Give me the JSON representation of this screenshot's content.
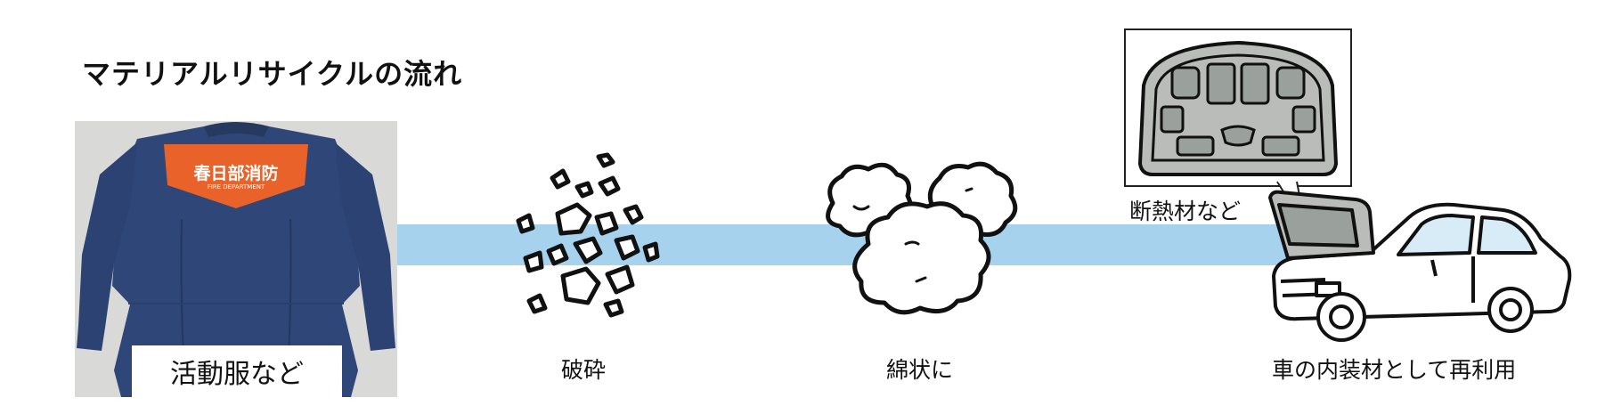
{
  "title": "マテリアルリサイクルの流れ",
  "steps": {
    "uniform": {
      "label": "活動服など",
      "back_print": "春日部消防",
      "back_subprint": "FIRE DEPARTMENT"
    },
    "crushed": {
      "label": "破砕"
    },
    "cotton": {
      "label": "綿状に"
    },
    "car": {
      "label": "車の内装材として再利用",
      "callout": "断熱材など"
    }
  },
  "colors": {
    "flow_band": "#a6d2ee",
    "uniform_navy": "#2e4678",
    "uniform_orange": "#e8622a",
    "photo_background": "#d9d9d7",
    "panel_gray": "#b9bcb8"
  }
}
